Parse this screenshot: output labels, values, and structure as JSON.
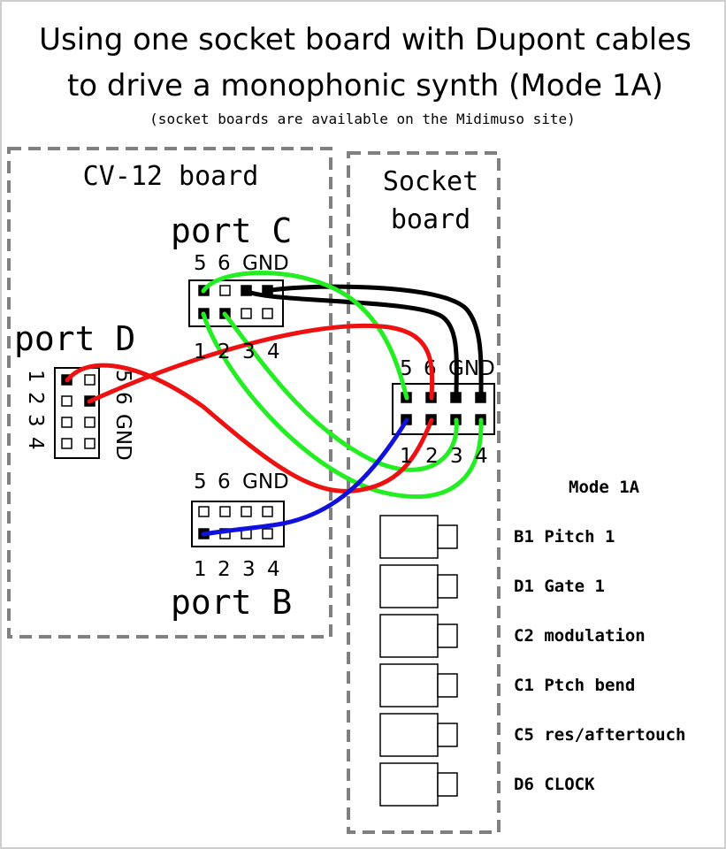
{
  "title": {
    "line1": "Using one socket board with Dupont cables",
    "line2": "to drive a monophonic synth (Mode 1A)",
    "subtitle": "(socket boards are available on the Midimuso site)"
  },
  "cv12_board": {
    "label": "CV-12 board",
    "port_c": {
      "label": "port C",
      "top_labels": [
        "5",
        "6",
        "GND"
      ],
      "bottom_labels": [
        "1",
        "2",
        "3",
        "4"
      ]
    },
    "port_d": {
      "label": "port D",
      "left_labels": [
        "1",
        "2",
        "3",
        "4"
      ],
      "right_labels": [
        "5",
        "6",
        "GND"
      ]
    },
    "port_b": {
      "label": "port B",
      "top_labels": [
        "5",
        "6",
        "GND"
      ],
      "bottom_labels": [
        "1",
        "2",
        "3",
        "4"
      ]
    }
  },
  "socket_board": {
    "label_line1": "Socket",
    "label_line2": "board",
    "top_labels": [
      "5",
      "6",
      "GND"
    ],
    "bottom_labels": [
      "1",
      "2",
      "3",
      "4"
    ]
  },
  "mode": {
    "title": "Mode 1A",
    "outputs": [
      "B1 Pitch 1",
      "D1 Gate 1",
      "C2 modulation",
      "C1 Ptch bend",
      "C5 res/aftertouch",
      "D6 CLOCK"
    ]
  },
  "colors": {
    "background": "#ffffff",
    "dashed_border": "#808080",
    "wire_green": "#22ee22",
    "wire_red": "#ee1111",
    "wire_blue": "#1111dd",
    "wire_black": "#000000"
  }
}
